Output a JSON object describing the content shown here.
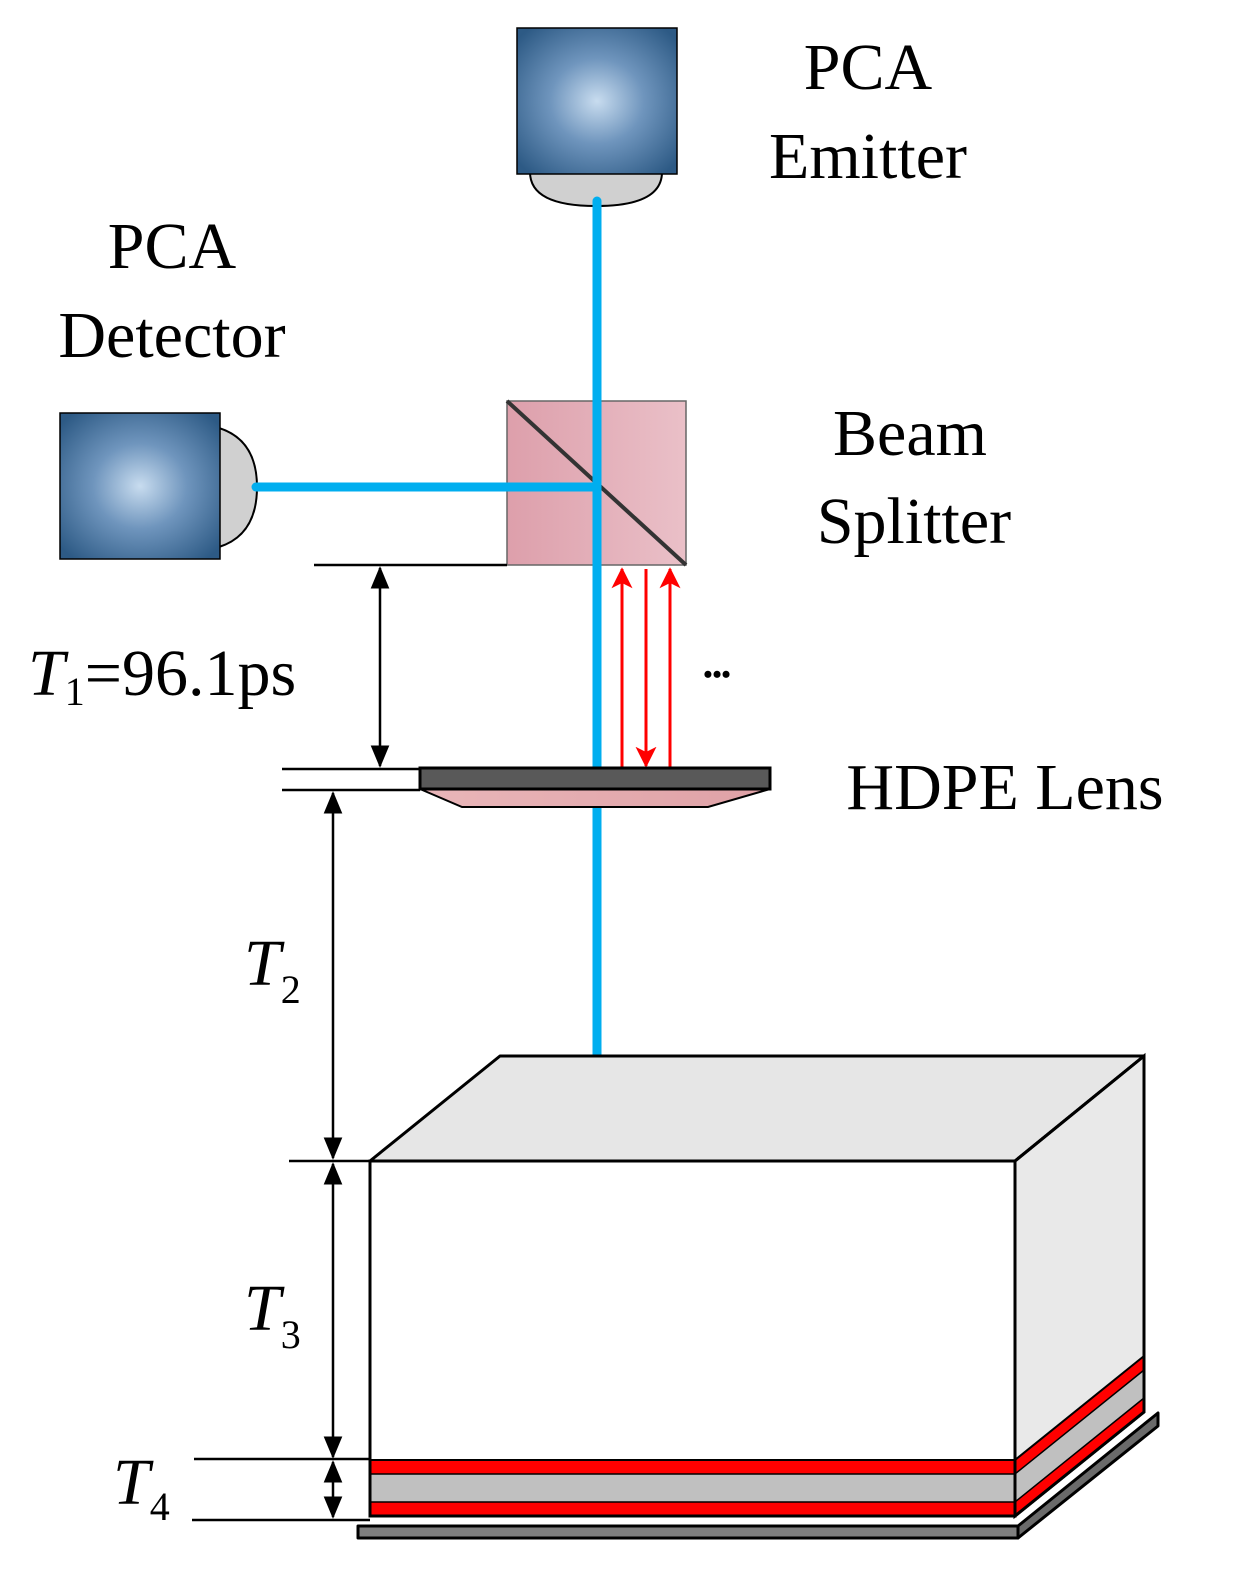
{
  "labels": {
    "emitter_line1": "PCA",
    "emitter_line2": "Emitter",
    "detector_line1": "PCA",
    "detector_line2": "Detector",
    "splitter_line1": "Beam",
    "splitter_line2": "Splitter",
    "lens": "HDPE Lens",
    "ellipsis": "•••"
  },
  "dimensions": {
    "t1_symbol": "T",
    "t1_subscript": "1",
    "t1_value": "=96.1ps",
    "t2_symbol": "T",
    "t2_subscript": "2",
    "t3_symbol": "T",
    "t3_subscript": "3",
    "t4_symbol": "T",
    "t4_subscript": "4"
  },
  "colors": {
    "beam": "#00aeef",
    "reflection": "#ff0000",
    "splitter_fill": "#e3a9b5",
    "device_dark": "#2d5a85",
    "device_light": "#b7cfe6",
    "lens_plate": "#595959",
    "lens_body": "#e8b4b8",
    "box_top": "#e6e6e6",
    "box_side": "#e8e8e8",
    "layer_gray": "#c0c0c0",
    "layer_red": "#ff0000"
  }
}
